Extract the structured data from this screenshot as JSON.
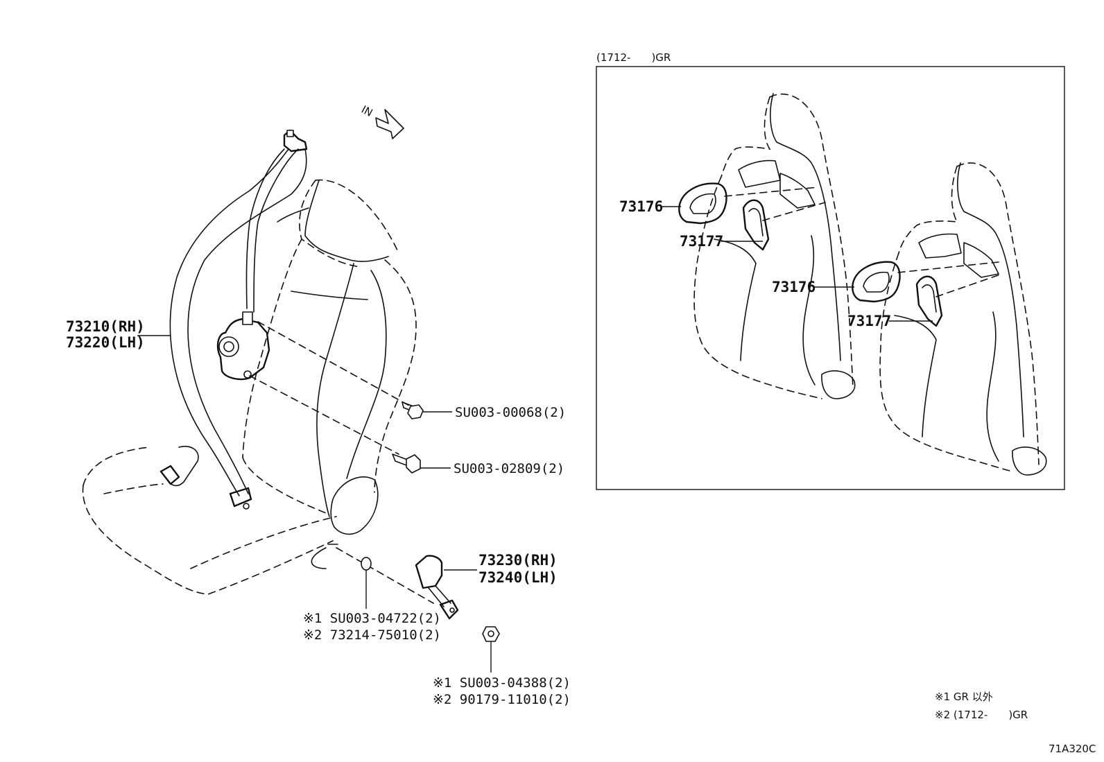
{
  "diagram": {
    "in_marker": "IN",
    "inset": {
      "title": "(1712-　　)GR"
    },
    "parts": {
      "belt_rh": "73210(RH)",
      "belt_lh": "73220(LH)",
      "bolt_upper": "SU003-00068(2)",
      "bolt_lower": "SU003-02809(2)",
      "buckle_rh": "73230(RH)",
      "buckle_lh": "73240(LH)",
      "washer_1": "※1 SU003-04722(2)",
      "washer_2": "※2 73214-75010(2)",
      "nut_1": "※1 SU003-04388(2)",
      "nut_2": "※2 90179-11010(2)",
      "guide_a1": "73176",
      "guide_b1": "73177",
      "guide_a2": "73176",
      "guide_b2": "73177"
    },
    "notes": {
      "note_1": "※1 GR 以外",
      "note_2": "※2 (1712-　　)GR"
    },
    "figure_code": "71A320C"
  }
}
